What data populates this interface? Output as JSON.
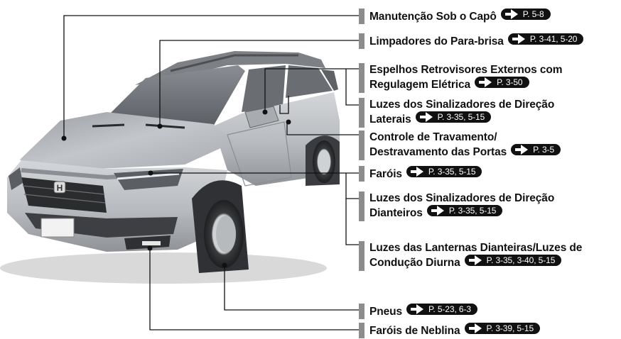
{
  "callouts": [
    {
      "lines": [
        "Manutenção Sob o Capô"
      ],
      "ref": "P. 5-8"
    },
    {
      "lines": [
        "Limpadores do Para-brisa"
      ],
      "ref": "P. 3-41, 5-20"
    },
    {
      "lines": [
        "Espelhos Retrovisores Externos com",
        "Regulagem Elétrica"
      ],
      "ref": "P. 3-50"
    },
    {
      "lines": [
        "Luzes dos Sinalizadores de Direção",
        "Laterais"
      ],
      "ref": "P. 3-35, 5-15"
    },
    {
      "lines": [
        "Controle de Travamento/",
        "Destravamento das Portas"
      ],
      "ref": "P. 3-5"
    },
    {
      "lines": [
        "Faróis"
      ],
      "ref": "P. 3-35, 5-15"
    },
    {
      "lines": [
        "Luzes dos Sinalizadores de Direção",
        "Dianteiros"
      ],
      "ref": "P. 3-35, 5-15"
    },
    {
      "lines": [
        "Luzes das Lanternas Dianteiras/Luzes de",
        "Condução Diurna"
      ],
      "ref": "P. 3-35, 3-40, 5-15"
    },
    {
      "lines": [
        "Pneus"
      ],
      "ref": "P. 5-23, 6-3"
    },
    {
      "lines": [
        "Faróis de Neblina"
      ],
      "ref": "P. 3-39, 5-15"
    }
  ],
  "car": {
    "badge": "H"
  },
  "colors": {
    "car_body": "#b9bcc0",
    "leader_line": "#111111",
    "callout_bar": "#8c8c8c",
    "ref_pill": "#111111"
  }
}
